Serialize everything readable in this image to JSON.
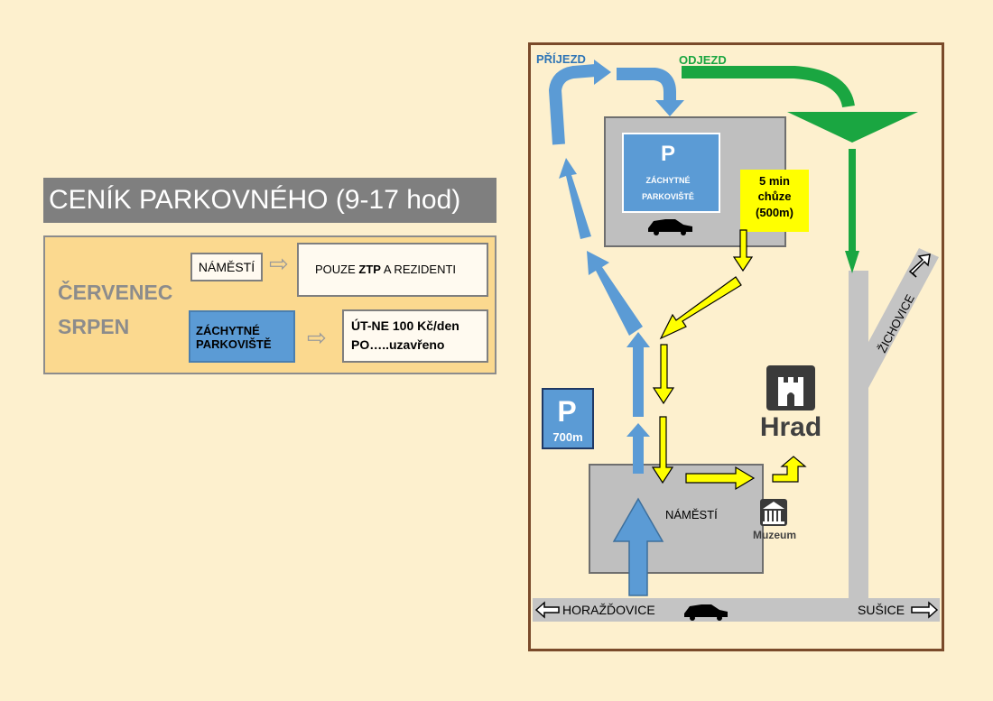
{
  "price_list": {
    "title": "CENÍK PARKOVNÉHO (9-17 hod)",
    "months": [
      "ČERVENEC",
      "SRPEN"
    ],
    "rows": [
      {
        "place": "NÁMĚSTÍ",
        "arrow": "⇨",
        "rule_pre": "POUZE ",
        "rule_bold": "ZTP",
        "rule_post": " A REZIDENTI"
      },
      {
        "place": "ZÁCHYTNÉ PARKOVIŠTĚ",
        "arrow": "⇨",
        "line1": "ÚT-NE 100 Kč/den",
        "line2": "PO…..uzavřeno"
      }
    ]
  },
  "map": {
    "arrival_label": "PŘÍJEZD",
    "departure_label": "ODJEZD",
    "parking_letter": "P",
    "parking_name_1": "ZÁCHYTNÉ",
    "parking_name_2": "PARKOVIŠTĚ",
    "walk_1": "5 min",
    "walk_2": "chůze",
    "walk_3": "(500m)",
    "parking2_letter": "P",
    "parking2_distance": "700m",
    "castle_label": "Hrad",
    "museum_label": "Muzeum",
    "square_label": "NÁMĚSTÍ",
    "road_left": "HORAŽĎOVICE",
    "road_right": "SUŠICE",
    "road_diag": "ŽICHOVICE"
  },
  "colors": {
    "arrival": "#5b9bd5",
    "departure": "#1aa641",
    "walk": "#ffff00",
    "parking": "#5b9bd5",
    "area": "#bfbfbf"
  }
}
